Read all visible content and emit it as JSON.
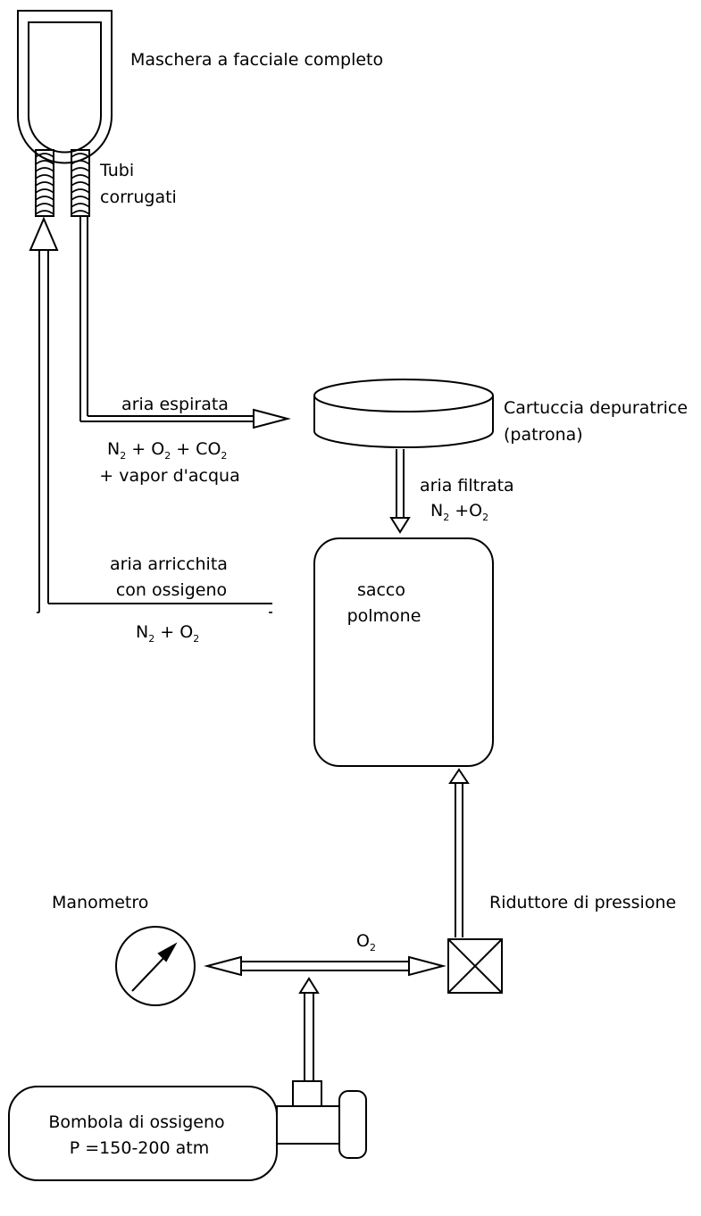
{
  "labels": {
    "mask": "Maschera a facciale completo",
    "tubes_line1": "Tubi",
    "tubes_line2": "corrugati",
    "exhaled": "aria espirata",
    "exhaled_formula_1": "N",
    "exhaled_formula_1_sub": "2",
    "exhaled_formula_2": " + O",
    "exhaled_formula_2_sub": "2",
    "exhaled_formula_3": " + CO",
    "exhaled_formula_3_sub": "2",
    "exhaled_formula_line2": "+ vapor d'acqua",
    "cartridge_line1": "Cartuccia depuratrice",
    "cartridge_line2": "(patrona)",
    "filtered": "aria filtrata",
    "filtered_formula_1": "N",
    "filtered_formula_1_sub": "2",
    "filtered_formula_2": " +O",
    "filtered_formula_2_sub": "2",
    "enriched_line1": "aria arricchita",
    "enriched_line2": "con ossigeno",
    "enriched_formula_1": "N",
    "enriched_formula_1_sub": "2",
    "enriched_formula_2": " + O",
    "enriched_formula_2_sub": "2",
    "bag_line1": "sacco",
    "bag_line2": "polmone",
    "manometer": "Manometro",
    "reducer": "Riduttore di pressione",
    "o2_1": "O",
    "o2_1_sub": "2",
    "cylinder_line1": "Bombola di ossigeno",
    "cylinder_line2": "P =150-200 atm"
  }
}
